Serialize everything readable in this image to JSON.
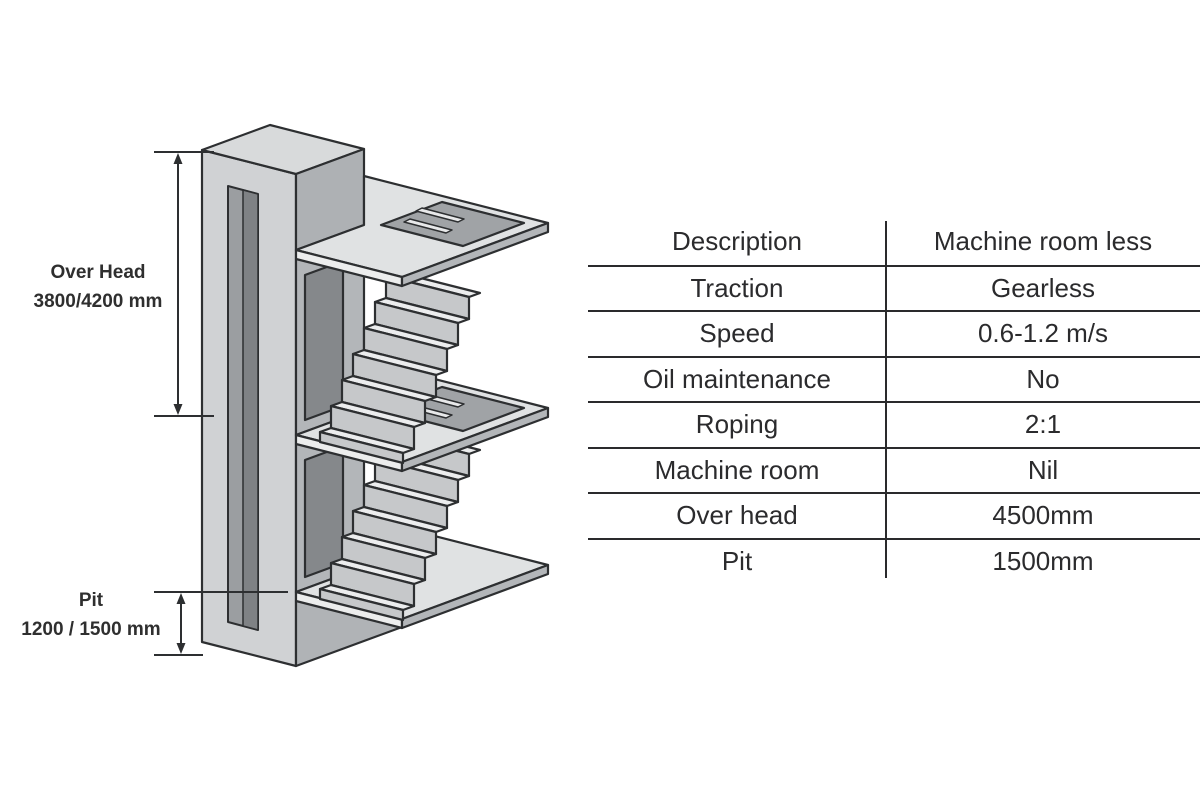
{
  "diagram": {
    "overhead_dimension": {
      "label": "Over Head",
      "value": "3800/4200 mm"
    },
    "pit_dimension": {
      "label": "Pit",
      "value": "1200 / 1500 mm"
    }
  },
  "table": {
    "rows": [
      {
        "label": "Description",
        "value": "Machine room less"
      },
      {
        "label": "Traction",
        "value": "Gearless"
      },
      {
        "label": "Speed",
        "value": "0.6-1.2 m/s"
      },
      {
        "label": "Oil maintenance",
        "value": "No"
      },
      {
        "label": "Roping",
        "value": "2:1"
      },
      {
        "label": "Machine room",
        "value": "Nil"
      },
      {
        "label": "Over head",
        "value": "4500mm"
      },
      {
        "label": "Pit",
        "value": "1500mm"
      }
    ]
  },
  "colors": {
    "outline": "#2d2f31",
    "face_light": "#d8dadb",
    "face_front": "#d0d2d4",
    "face_mid": "#b3b6b9",
    "face_dark": "#85888b",
    "slab_top": "#e0e2e3",
    "text": "#2b2b2d"
  }
}
